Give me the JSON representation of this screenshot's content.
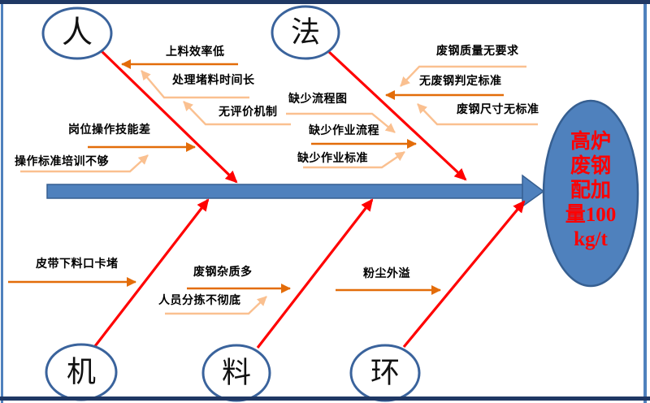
{
  "diagram_type": "fishbone-cause-effect",
  "effect": {
    "text": "高炉废钢配加量100 kg/t",
    "lines": [
      "高炉",
      "废钢",
      "配加",
      "量100",
      "kg/t"
    ]
  },
  "categories": [
    {
      "id": "person",
      "label": "人"
    },
    {
      "id": "method",
      "label": "法"
    },
    {
      "id": "machine",
      "label": "机"
    },
    {
      "id": "material",
      "label": "料"
    },
    {
      "id": "environment",
      "label": "环"
    }
  ],
  "causes": {
    "person": [
      "上料效率低",
      "处理堵料时间长",
      "无评价机制",
      "岗位操作技能差",
      "操作标准培训不够"
    ],
    "method": [
      "缺少流程图",
      "缺少作业流程",
      "缺少作业标准",
      "废钢质量无要求",
      "无废钢判定标准",
      "废钢尺寸无标准"
    ],
    "machine": [
      "皮带下料口卡堵"
    ],
    "material": [
      "废钢杂质多",
      "人员分拣不彻底"
    ],
    "environment": [
      "粉尘外溢"
    ]
  },
  "colors": {
    "spine_fill": "#4F81BD",
    "spine_border": "#365F91",
    "bone": "#FF0000",
    "cause_arrow": "#E36C09",
    "sub_cause_arrow": "#FAC090",
    "circle_border": "#3A639C",
    "frame_dark": "#1F3864",
    "frame_side": "#4F81BD",
    "effect_text": "#FF0000"
  }
}
